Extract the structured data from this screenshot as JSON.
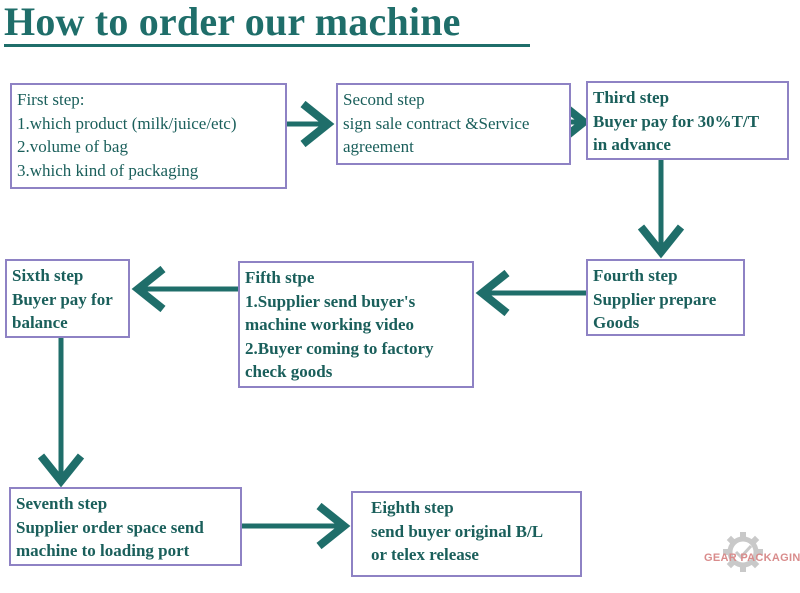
{
  "title": "How to order our machine",
  "steps": [
    {
      "lines": [
        "First step:",
        "1.which product (milk/juice/etc)",
        "2.volume of bag",
        "3.which kind of packaging"
      ]
    },
    {
      "lines": [
        "Second step",
        "sign sale contract &Service",
        "agreement"
      ]
    },
    {
      "lines": [
        "Third step",
        "Buyer pay for 30%T/T",
        "in advance"
      ]
    },
    {
      "lines": [
        "Fourth step",
        "Supplier prepare",
        "Goods"
      ]
    },
    {
      "lines": [
        "Fifth stpe",
        "1.Supplier send buyer's",
        "machine working video",
        "2.Buyer coming to factory",
        "check goods"
      ]
    },
    {
      "lines": [
        "Sixth step",
        "Buyer pay for",
        "balance"
      ]
    },
    {
      "lines": [
        "Seventh step",
        "Supplier order space send",
        "machine to loading port"
      ]
    },
    {
      "lines": [
        "Eighth step",
        "send buyer original B/L",
        "or telex release"
      ]
    }
  ],
  "watermark": {
    "text": "GEAR PACKAGING",
    "icon": "gear-icon"
  },
  "colors": {
    "text": "#1a5f5b",
    "arrow": "#1f6e6a",
    "border": "#8e82c4",
    "title": "#1f6e6a"
  }
}
